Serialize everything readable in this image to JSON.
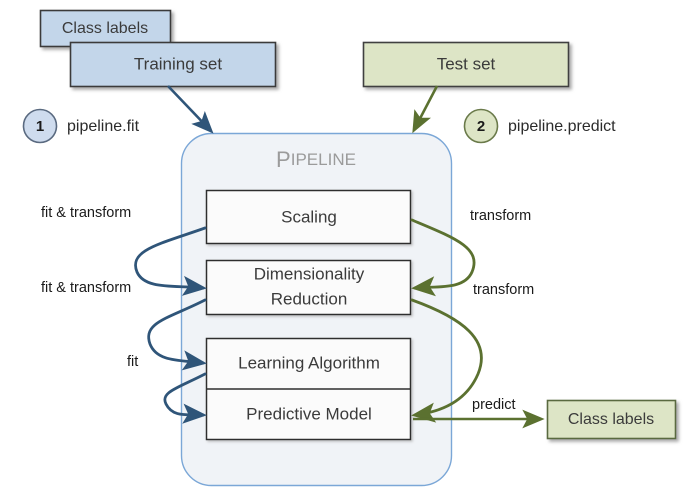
{
  "diagram": {
    "title": "Pipeline",
    "pipeline_container_label": "Pipeline",
    "nodes": {
      "class_labels_in": "Class labels",
      "training_set": "Training set",
      "test_set": "Test set",
      "scaling": "Scaling",
      "dimensionality_reduction_line1": "Dimensionality",
      "dimensionality_reduction_line2": "Reduction",
      "learning_algorithm": "Learning Algorithm",
      "predictive_model": "Predictive Model",
      "class_labels_out": "Class labels"
    },
    "steps": [
      {
        "number": "1",
        "label": "pipeline.fit"
      },
      {
        "number": "2",
        "label": "pipeline.predict"
      }
    ],
    "edge_labels": {
      "fit_transform_scaling": "fit & transform",
      "fit_transform_dimred": "fit & transform",
      "fit": "fit",
      "transform_scaling": "transform",
      "transform_dimred": "transform",
      "predict": "predict"
    },
    "colors": {
      "train_fill": "#c3d6ea",
      "train_stroke": "#3a3a3a",
      "test_fill": "#dde5c6",
      "test_stroke": "#3f3f3f",
      "pipeline_fill": "#f0f3f7",
      "pipeline_stroke": "#7ba7d7",
      "stage_fill": "#fbfbfb",
      "stage_stroke": "#2e2e2e",
      "train_arrow": "#2f5579",
      "test_arrow": "#5b7130",
      "title_gray": "#9b9b9b"
    }
  }
}
